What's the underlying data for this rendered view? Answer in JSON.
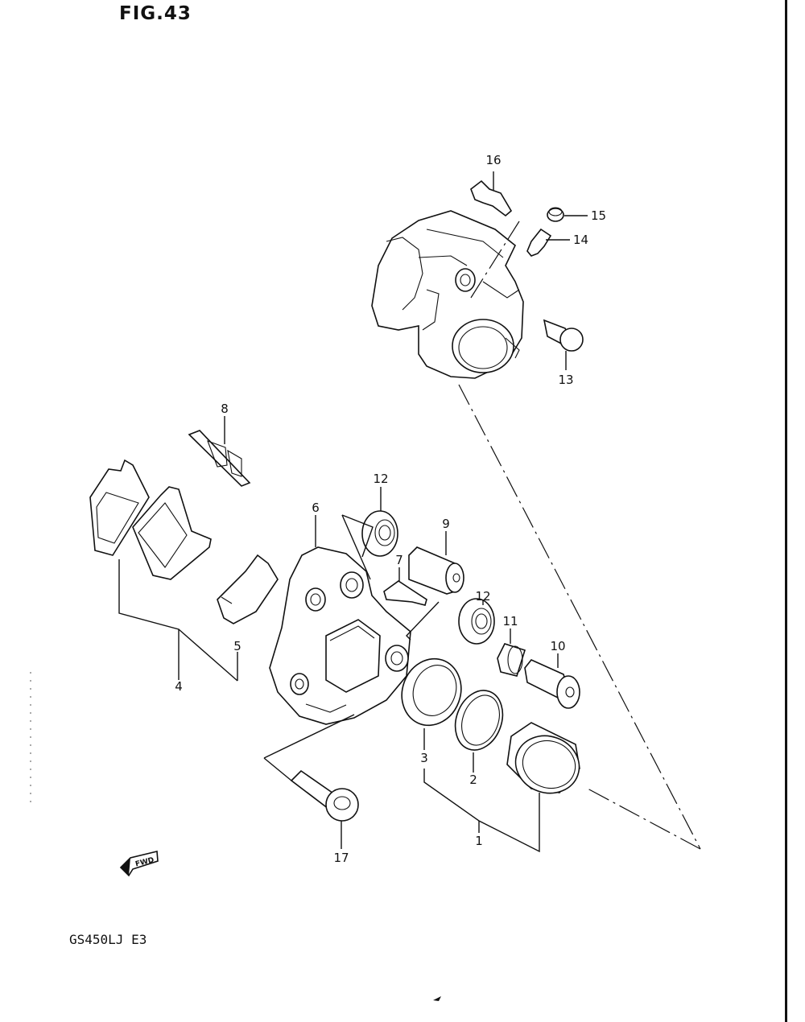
{
  "figure": {
    "title": "FIG.43",
    "model_code": "GS450LJ E3",
    "fwd_label": "FWD"
  },
  "callouts": [
    {
      "id": "1",
      "part": "piston-set"
    },
    {
      "id": "2",
      "part": "piston-seal"
    },
    {
      "id": "3",
      "part": "dust-seal"
    },
    {
      "id": "4",
      "part": "brake-pad-set"
    },
    {
      "id": "5",
      "part": "pad-shim"
    },
    {
      "id": "6",
      "part": "caliper-holder"
    },
    {
      "id": "7",
      "part": "clip"
    },
    {
      "id": "8",
      "part": "pad-spring"
    },
    {
      "id": "9",
      "part": "sleeve"
    },
    {
      "id": "10",
      "part": "pin"
    },
    {
      "id": "11",
      "part": "sleeve"
    },
    {
      "id": "12",
      "part": "boot"
    },
    {
      "id": "12",
      "part": "boot"
    },
    {
      "id": "13",
      "part": "bolt"
    },
    {
      "id": "14",
      "part": "bleeder-valve"
    },
    {
      "id": "15",
      "part": "cap"
    },
    {
      "id": "16",
      "part": "spring"
    },
    {
      "id": "17",
      "part": "bolt"
    }
  ],
  "icons": {
    "fwd_arrow": "fwd-arrow-icon"
  }
}
